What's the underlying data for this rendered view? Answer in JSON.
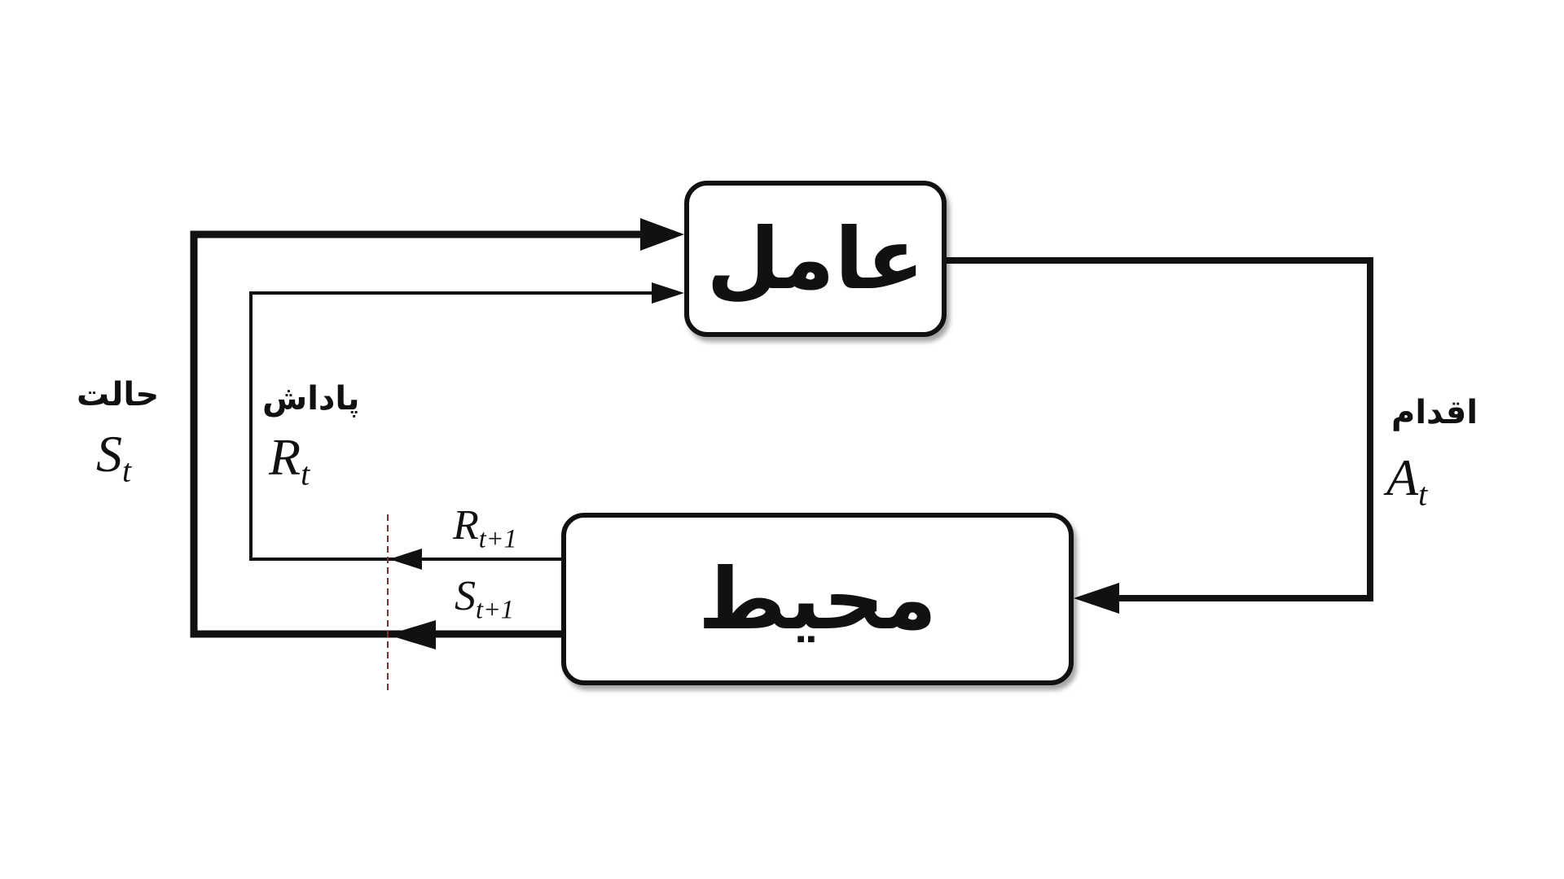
{
  "diagram": {
    "agent": {
      "label": "عامل"
    },
    "environment": {
      "label": "محیط"
    },
    "state": {
      "label_fa": "حالت",
      "symbol": "S",
      "subscript": "t"
    },
    "reward": {
      "label_fa": "پاداش",
      "symbol": "R",
      "subscript": "t"
    },
    "action": {
      "label_fa": "اقدام",
      "symbol": "A",
      "subscript": "t"
    },
    "next_reward": {
      "symbol": "R",
      "subscript": "t+1"
    },
    "next_state": {
      "symbol": "S",
      "subscript": "t+1"
    },
    "colors": {
      "line": "#111111",
      "divider": "#8a2a2a",
      "background": "#ffffff"
    }
  }
}
